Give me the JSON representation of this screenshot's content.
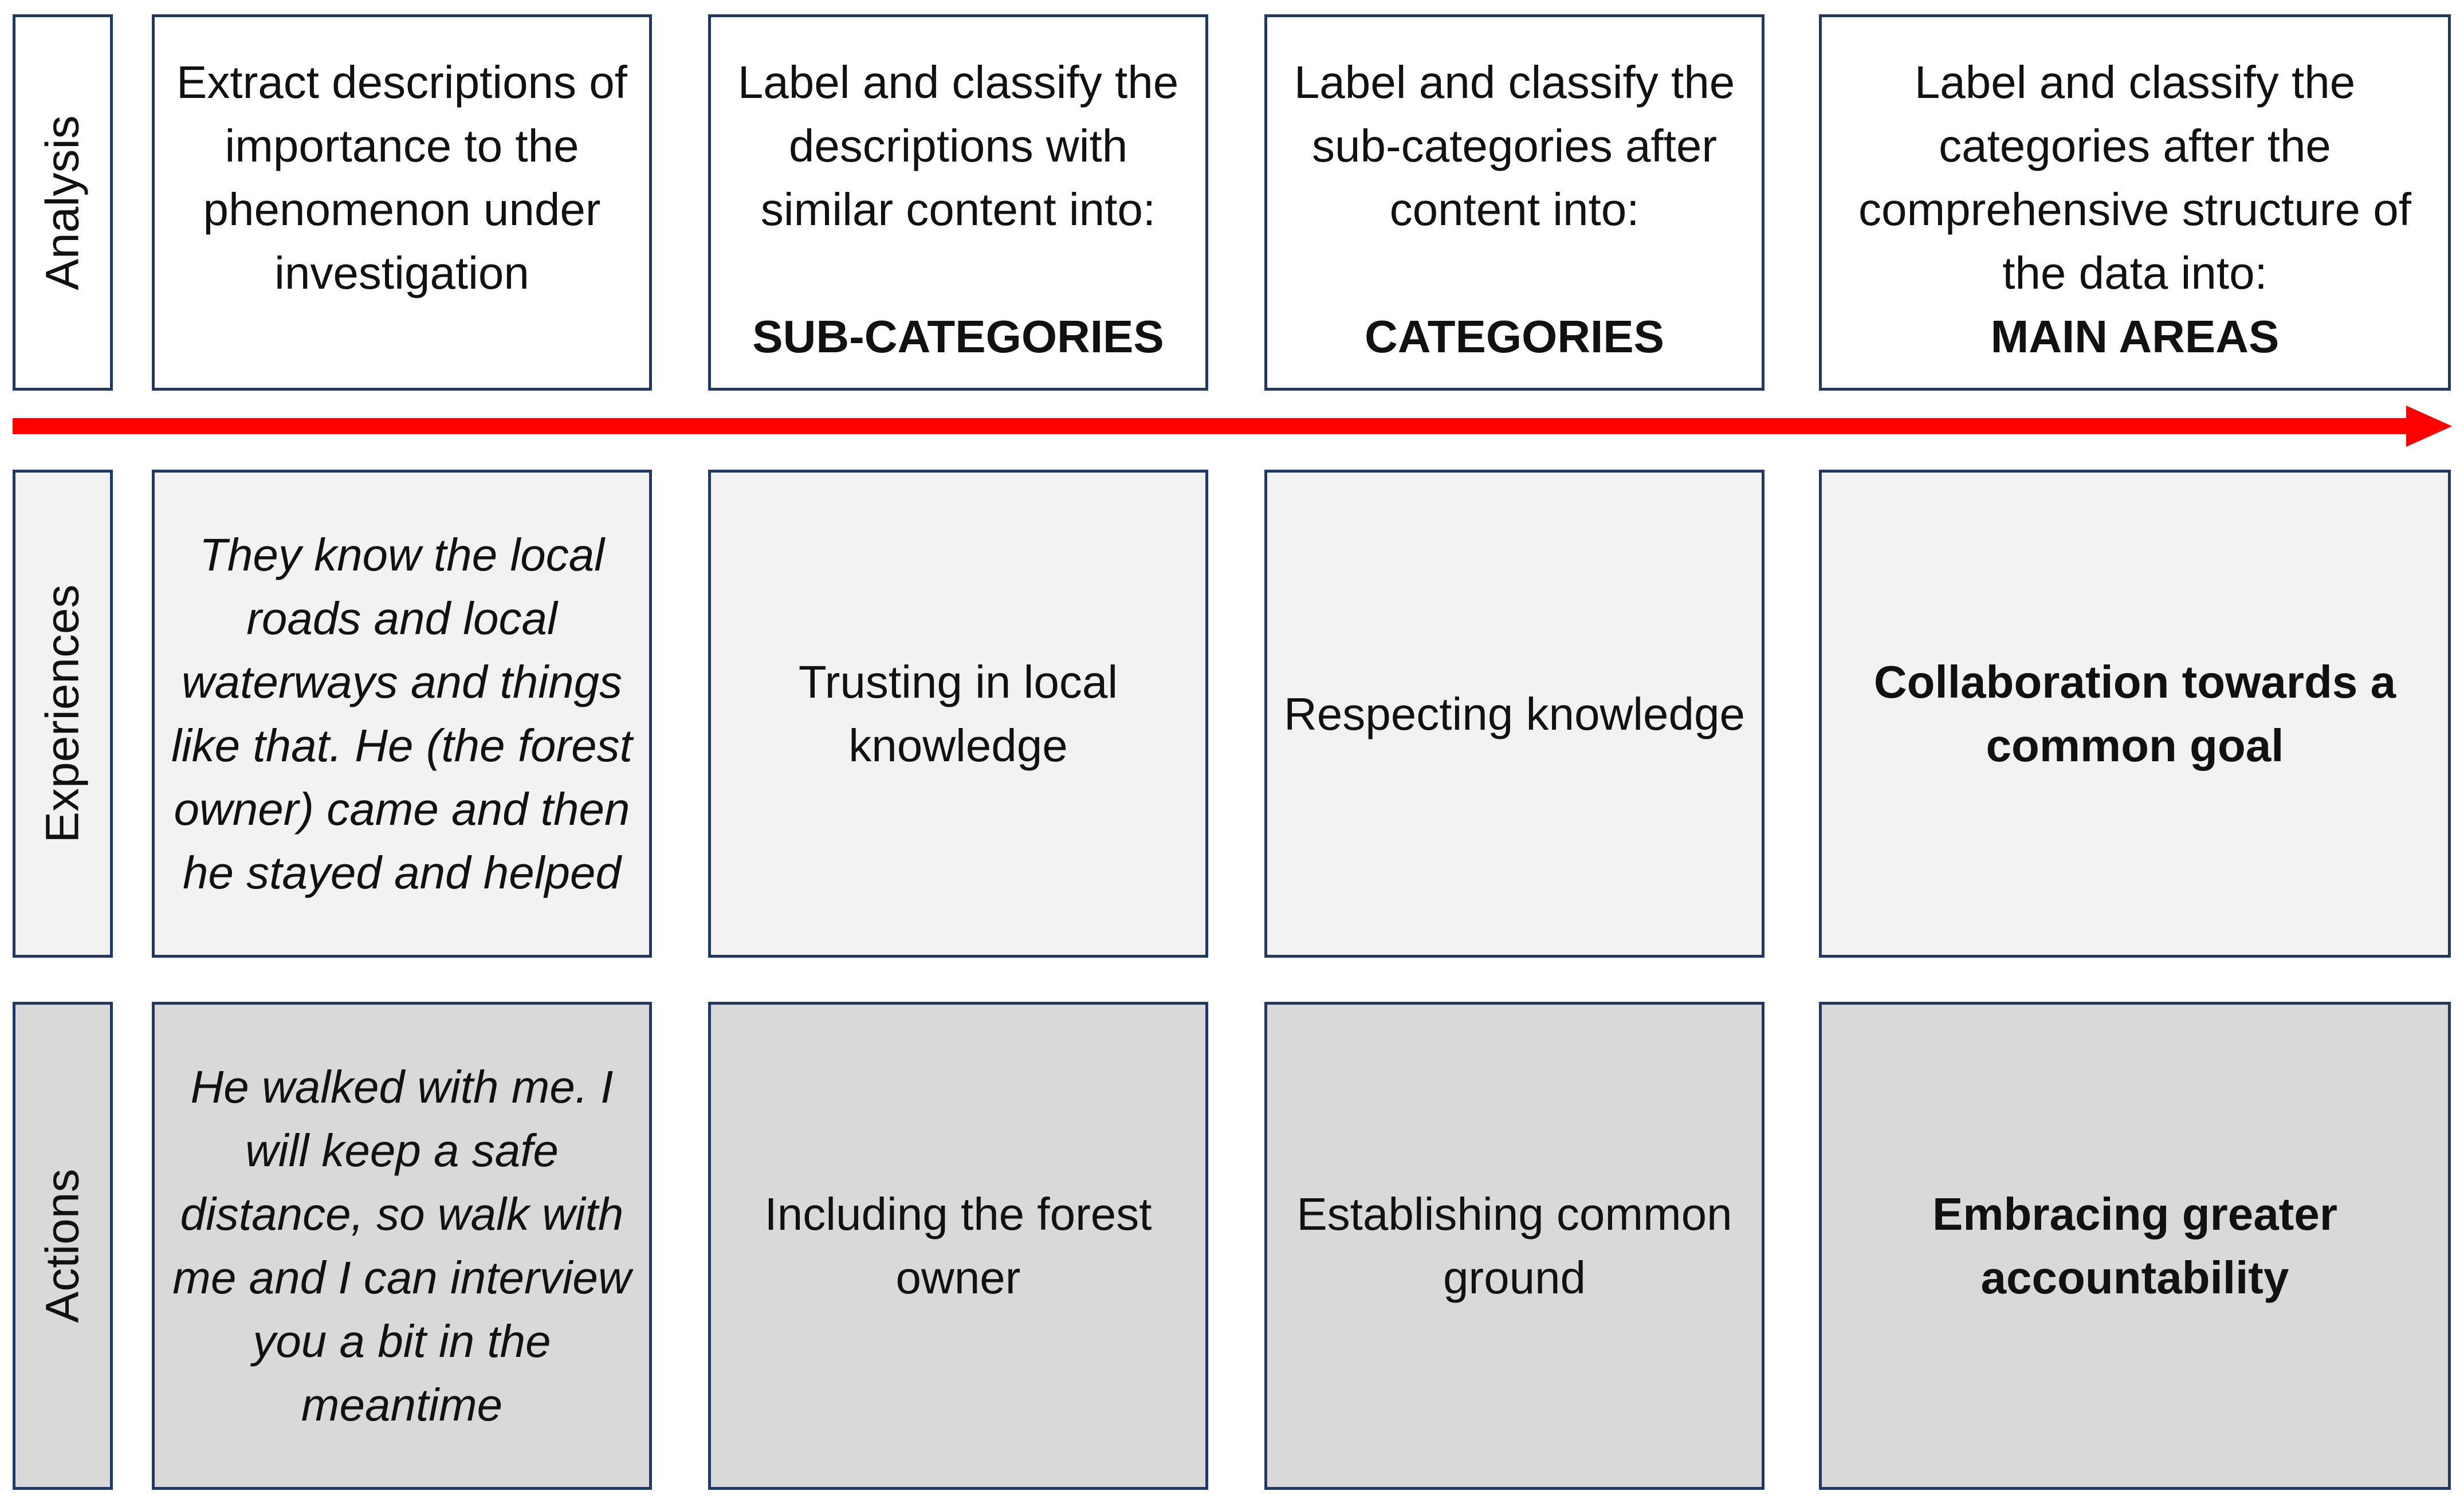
{
  "rows": {
    "analysis": "Analysis",
    "experiences": "Experiences",
    "actions": "Actions"
  },
  "analysis": {
    "col1": {
      "text": "Extract descriptions of importance to the phenomenon under investigation"
    },
    "col2": {
      "text": "Label and classify the descriptions with similar content into:",
      "key": "SUB-CATEGORIES"
    },
    "col3": {
      "text": "Label and classify the sub-categories after content into:",
      "key": "CATEGORIES"
    },
    "col4": {
      "text": "Label and classify the categories after the comprehensive structure of the data into:",
      "key": "MAIN AREAS"
    }
  },
  "experiences": {
    "quote": "They know the local roads and local waterways and things like that. He (the forest owner) came and then he stayed and helped",
    "sub_category": "Trusting in local knowledge",
    "category": "Respecting knowledge",
    "main_area": "Collaboration towards a common goal"
  },
  "actions": {
    "quote": "He walked with me. I will keep a safe distance, so walk with me and I can interview you a bit in the meantime",
    "sub_category": "Including the forest owner",
    "category": "Establishing common ground",
    "main_area": "Embracing greater accountability"
  },
  "colors": {
    "border": "#1f3864",
    "arrow": "#ff0000",
    "experiences_fill": "#f2f2f2",
    "actions_fill": "#d9d9d9"
  }
}
